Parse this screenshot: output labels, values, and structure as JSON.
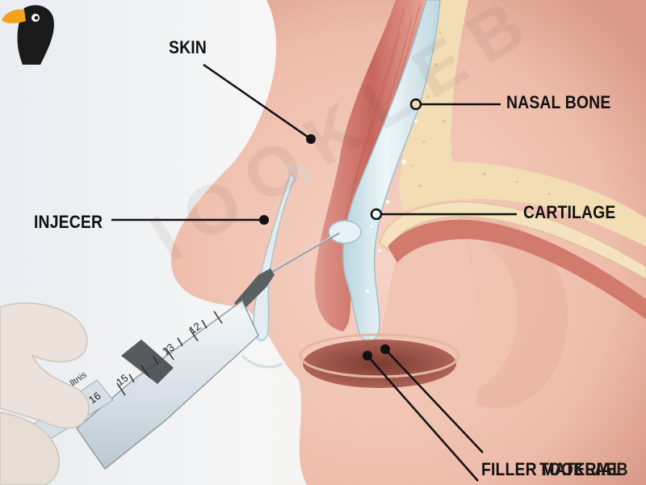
{
  "labels": {
    "skin": "SKIN",
    "injector": "INJECER",
    "nasal_bone": "NASAL BONE",
    "cartilage": "CARTILAGE",
    "filler_material": "FILLER MATERIAL",
    "watermark_text": "TOOKLAEB"
  },
  "syringe_scale": [
    "12",
    "13",
    "15",
    "16"
  ],
  "syringe_brand": "lltnis",
  "colors": {
    "skin": "#f1c6b6",
    "skin_shadow": "#d99a88",
    "muscle": "#c8665c",
    "cartilage": "#f2ddb5",
    "filler": "#d9ecf3",
    "leader": "#111111",
    "logo_beak": "#f4a21d"
  }
}
